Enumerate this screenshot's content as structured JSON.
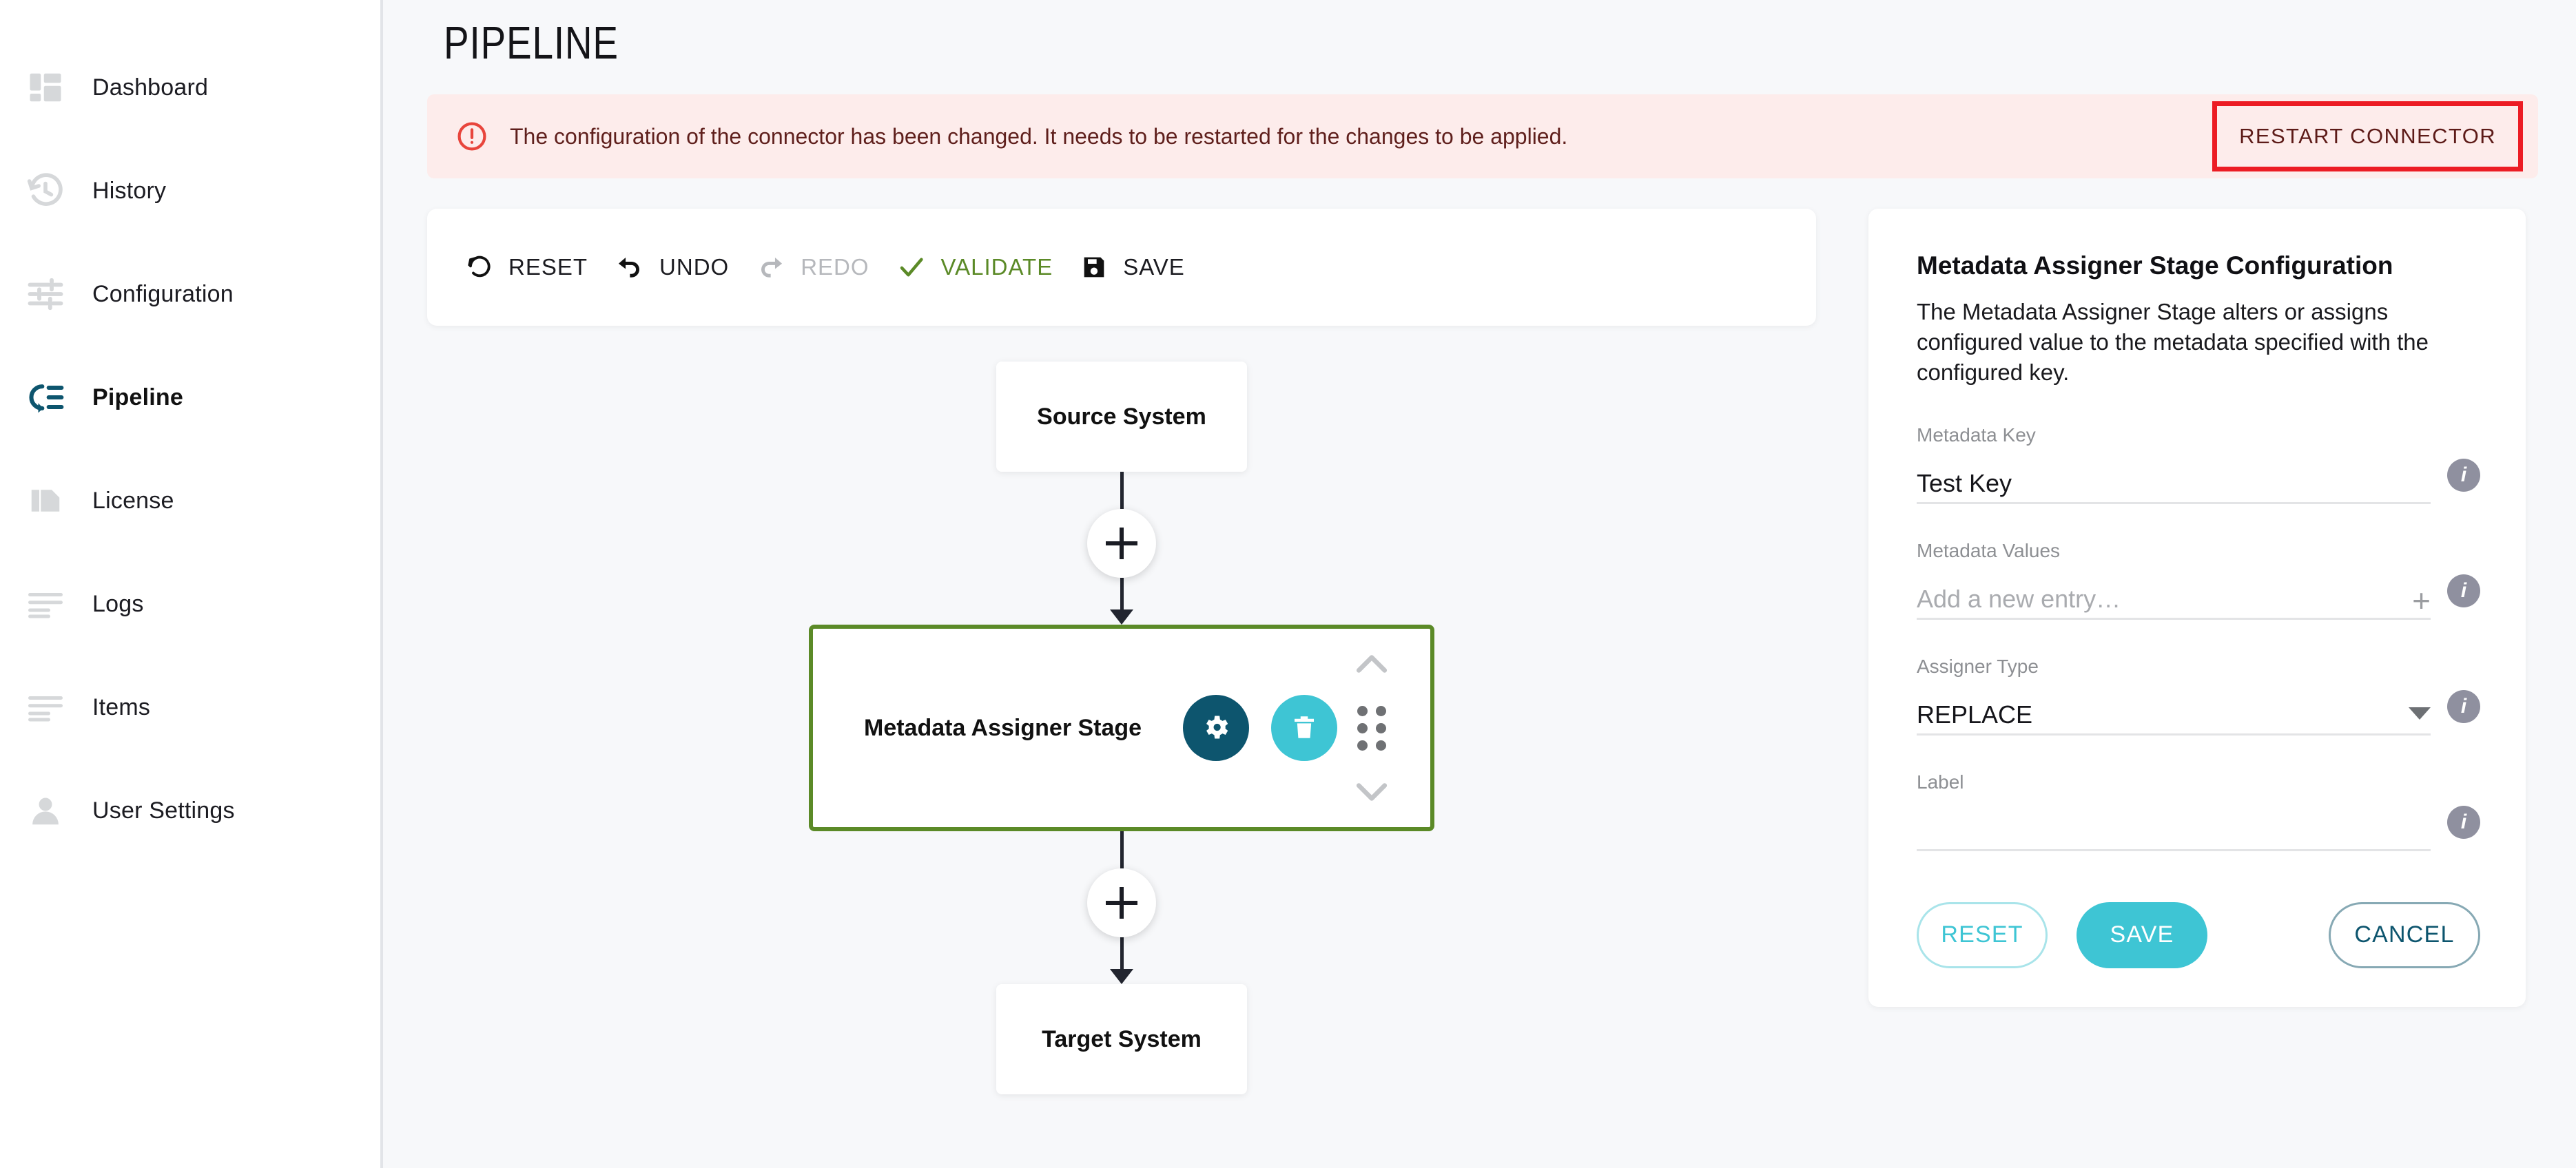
{
  "sidebar": {
    "items": [
      {
        "label": "Dashboard",
        "icon": "dashboard-icon",
        "active": false
      },
      {
        "label": "History",
        "icon": "history-icon",
        "active": false
      },
      {
        "label": "Configuration",
        "icon": "sliders-icon",
        "active": false
      },
      {
        "label": "Pipeline",
        "icon": "pipeline-icon",
        "active": true
      },
      {
        "label": "License",
        "icon": "license-icon",
        "active": false
      },
      {
        "label": "Logs",
        "icon": "logs-icon",
        "active": false
      },
      {
        "label": "Items",
        "icon": "items-icon",
        "active": false
      },
      {
        "label": "User Settings",
        "icon": "user-icon",
        "active": false
      }
    ]
  },
  "page": {
    "title": "PIPELINE"
  },
  "banner": {
    "icon": "alert-circle-icon",
    "message": "The configuration of the connector has been changed. It needs to be restarted for the changes to be applied.",
    "action_label": "RESTART CONNECTOR",
    "background": "#fdeceb",
    "text_color": "#5f1f1c",
    "icon_color": "#e8453c",
    "highlight_color": "#ec1c24"
  },
  "toolbar": {
    "buttons": [
      {
        "label": "RESET",
        "icon": "reset-icon",
        "state": "enabled"
      },
      {
        "label": "UNDO",
        "icon": "undo-icon",
        "state": "enabled"
      },
      {
        "label": "REDO",
        "icon": "redo-icon",
        "state": "disabled"
      },
      {
        "label": "VALIDATE",
        "icon": "check-icon",
        "state": "enabled",
        "color": "#5b8a27"
      },
      {
        "label": "SAVE",
        "icon": "save-icon",
        "state": "enabled"
      }
    ]
  },
  "flow": {
    "source_label": "Source System",
    "target_label": "Target System",
    "add_label": "+",
    "stage": {
      "label": "Metadata Assigner Stage",
      "selected": true,
      "border_color": "#5b8a27",
      "settings_icon": "gear-icon",
      "settings_color": "#0d556e",
      "delete_icon": "trash-icon",
      "delete_color": "#3ec5d4",
      "move_up_icon": "chevron-up-icon",
      "move_down_icon": "chevron-down-icon",
      "drag_icon": "drag-handle-icon"
    }
  },
  "panel": {
    "title": "Metadata Assigner Stage Configuration",
    "description": "The Metadata Assigner Stage alters or assigns configured value to the metadata specified with the configured key.",
    "fields": [
      {
        "label": "Metadata Key",
        "value": "Test Key",
        "placeholder": "",
        "type": "text",
        "info": "i"
      },
      {
        "label": "Metadata Values",
        "value": "",
        "placeholder": "Add a new entry…",
        "type": "list",
        "add_label": "+",
        "info": "i"
      },
      {
        "label": "Assigner Type",
        "value": "REPLACE",
        "placeholder": "",
        "type": "select",
        "info": "i"
      },
      {
        "label": "Label",
        "value": "",
        "placeholder": "",
        "type": "text",
        "info": "i"
      }
    ],
    "actions": {
      "reset_label": "RESET",
      "save_label": "SAVE",
      "cancel_label": "CANCEL"
    },
    "accent_color": "#3ec5d4",
    "secondary_color": "#0d556e"
  }
}
